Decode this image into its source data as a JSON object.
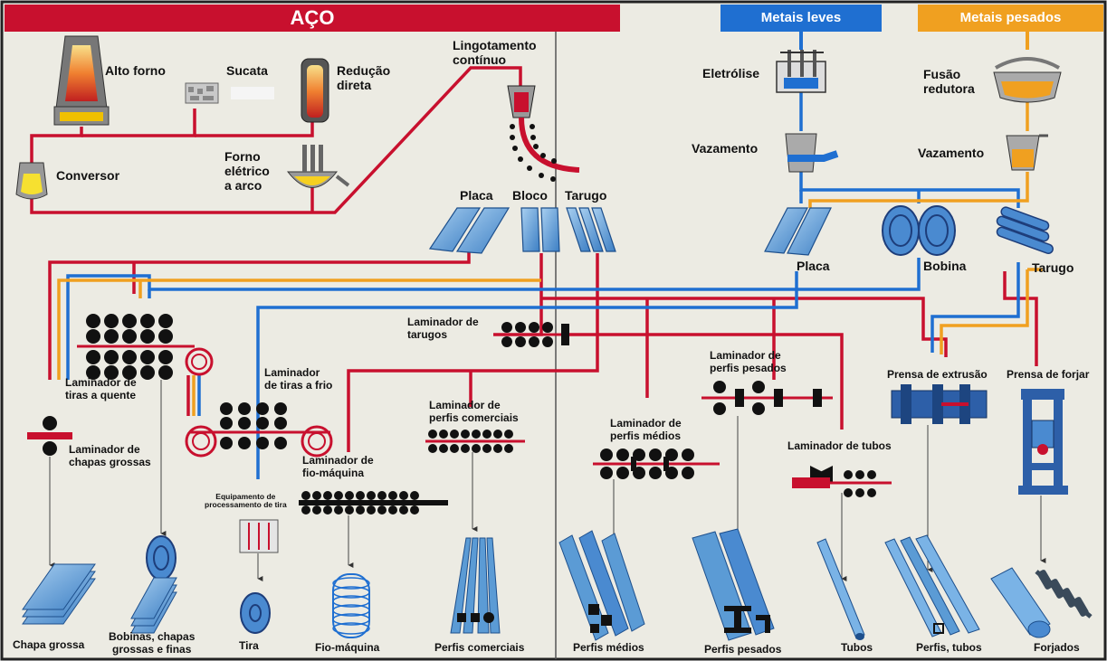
{
  "headers": {
    "aco": "AÇO",
    "metais_leves": "Metais leves",
    "metais_pesados": "Metais pesados"
  },
  "colors": {
    "aco_red": "#c8102e",
    "leves_blue": "#1f6fd1",
    "pesados_orange": "#f0a020",
    "panel_bg": "#ecebe3",
    "steel_blue": "#5b9bd5"
  },
  "labels": {
    "alto_forno": "Alto forno",
    "sucata": "Sucata",
    "reducao_direta": [
      "Redução",
      "direta"
    ],
    "lingotamento": [
      "Lingotamento",
      "contínuo"
    ],
    "conversor": "Conversor",
    "forno_eletrico": [
      "Forno",
      "elétrico",
      "a arco"
    ],
    "placa": "Placa",
    "bloco": "Bloco",
    "tarugo": "Tarugo",
    "eletrolise": "Eletrólise",
    "fusao_redutora": [
      "Fusão",
      "redutora"
    ],
    "vazamento_leves": "Vazamento",
    "vazamento_pesados": "Vazamento",
    "placa_metais": "Placa",
    "bobina": "Bobina",
    "tarugo_metais": "Tarugo",
    "lam_tarugos": [
      "Laminador de",
      "tarugos"
    ],
    "lam_tiras_quente": [
      "Laminador de",
      "tiras a quente"
    ],
    "lam_tiras_frio": [
      "Laminador",
      "de tiras a frio"
    ],
    "lam_chapas_grossas": [
      "Laminador de",
      "chapas grossas"
    ],
    "lam_fio_maquina": [
      "Laminador de",
      "fio-máquina"
    ],
    "lam_perfis_comerciais": [
      "Laminador de",
      "perfis comerciais"
    ],
    "lam_perfis_medios": [
      "Laminador de",
      "perfis médios"
    ],
    "lam_perfis_pesados": [
      "Laminador de",
      "perfis pesados"
    ],
    "lam_tubos": "Laminador de tubos",
    "prensa_extrusao": "Prensa de extrusão",
    "prensa_forjar": "Prensa de forjar",
    "equip_tira": [
      "Equipamento de",
      "processamento de tira"
    ]
  },
  "products": {
    "chapa_grossa": "Chapa grossa",
    "bobinas_chapas": [
      "Bobinas, chapas",
      "grossas e finas"
    ],
    "tira": "Tira",
    "fio_maquina": "Fio-máquina",
    "perfis_comerciais": "Perfis comerciais",
    "perfis_medios": "Perfis médios",
    "perfis_pesados": "Perfis pesados",
    "tubos": "Tubos",
    "perfis_tubos": "Perfis, tubos",
    "forjados": "Forjados"
  }
}
